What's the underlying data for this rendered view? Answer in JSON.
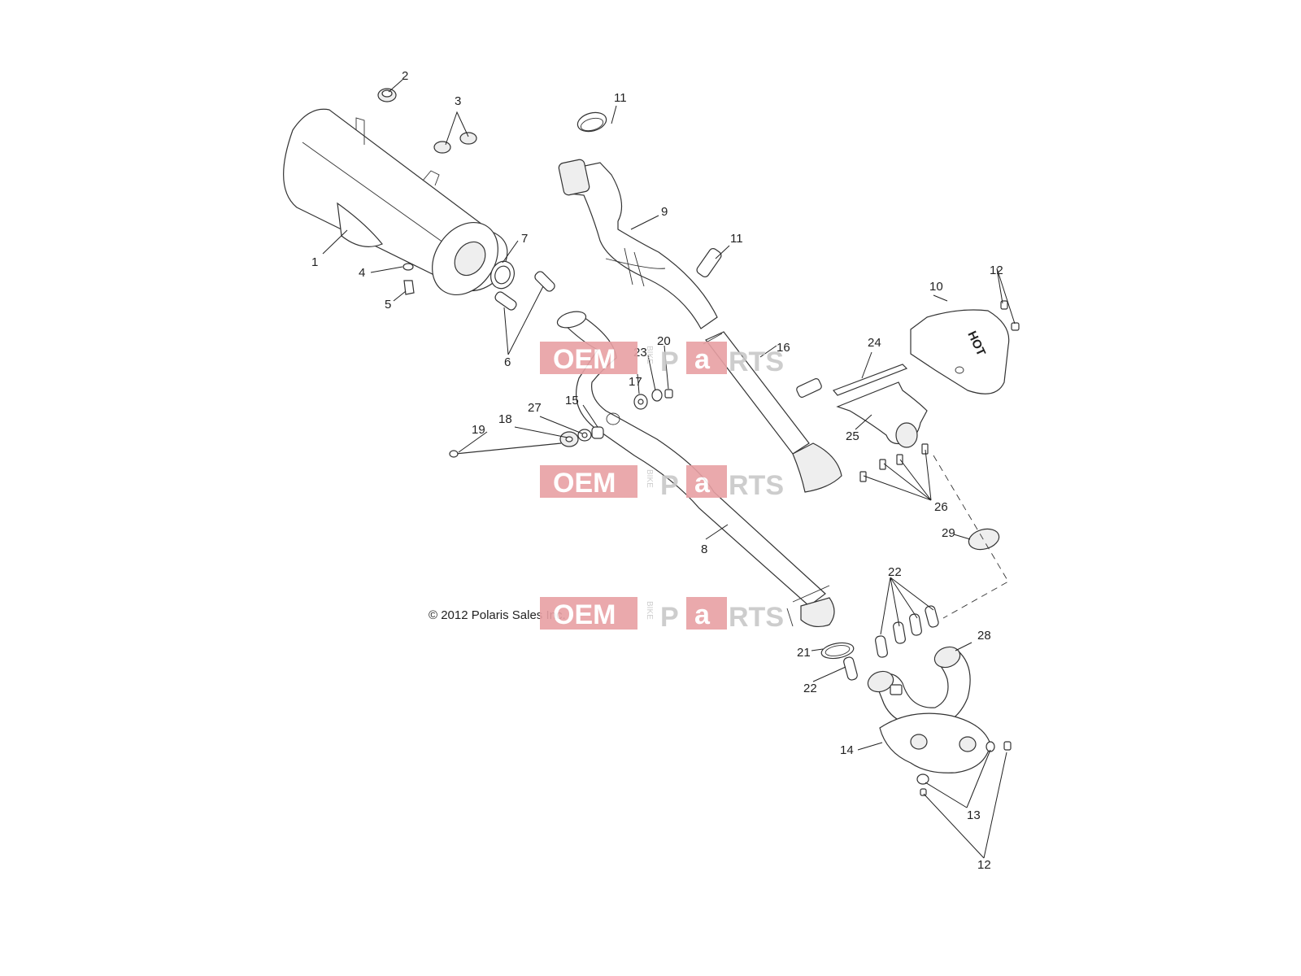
{
  "copyright": "© 2012 Polaris Sales Inc.",
  "watermark": {
    "brand_left": "OEM",
    "brand_small": "BIKE",
    "brand_right_p": "P",
    "brand_right_a": "a",
    "brand_right_rest": "RTS",
    "color_red": "#e8a0a4",
    "color_gray": "#c8c8c8"
  },
  "heat_shield_text": "HOT",
  "callouts": [
    "1",
    "2",
    "3",
    "4",
    "5",
    "6",
    "7",
    "8",
    "9",
    "10",
    "11",
    "11",
    "12",
    "12",
    "13",
    "14",
    "15",
    "16",
    "17",
    "18",
    "19",
    "20",
    "21",
    "22",
    "22",
    "23",
    "24",
    "25",
    "26",
    "27",
    "28",
    "29"
  ]
}
